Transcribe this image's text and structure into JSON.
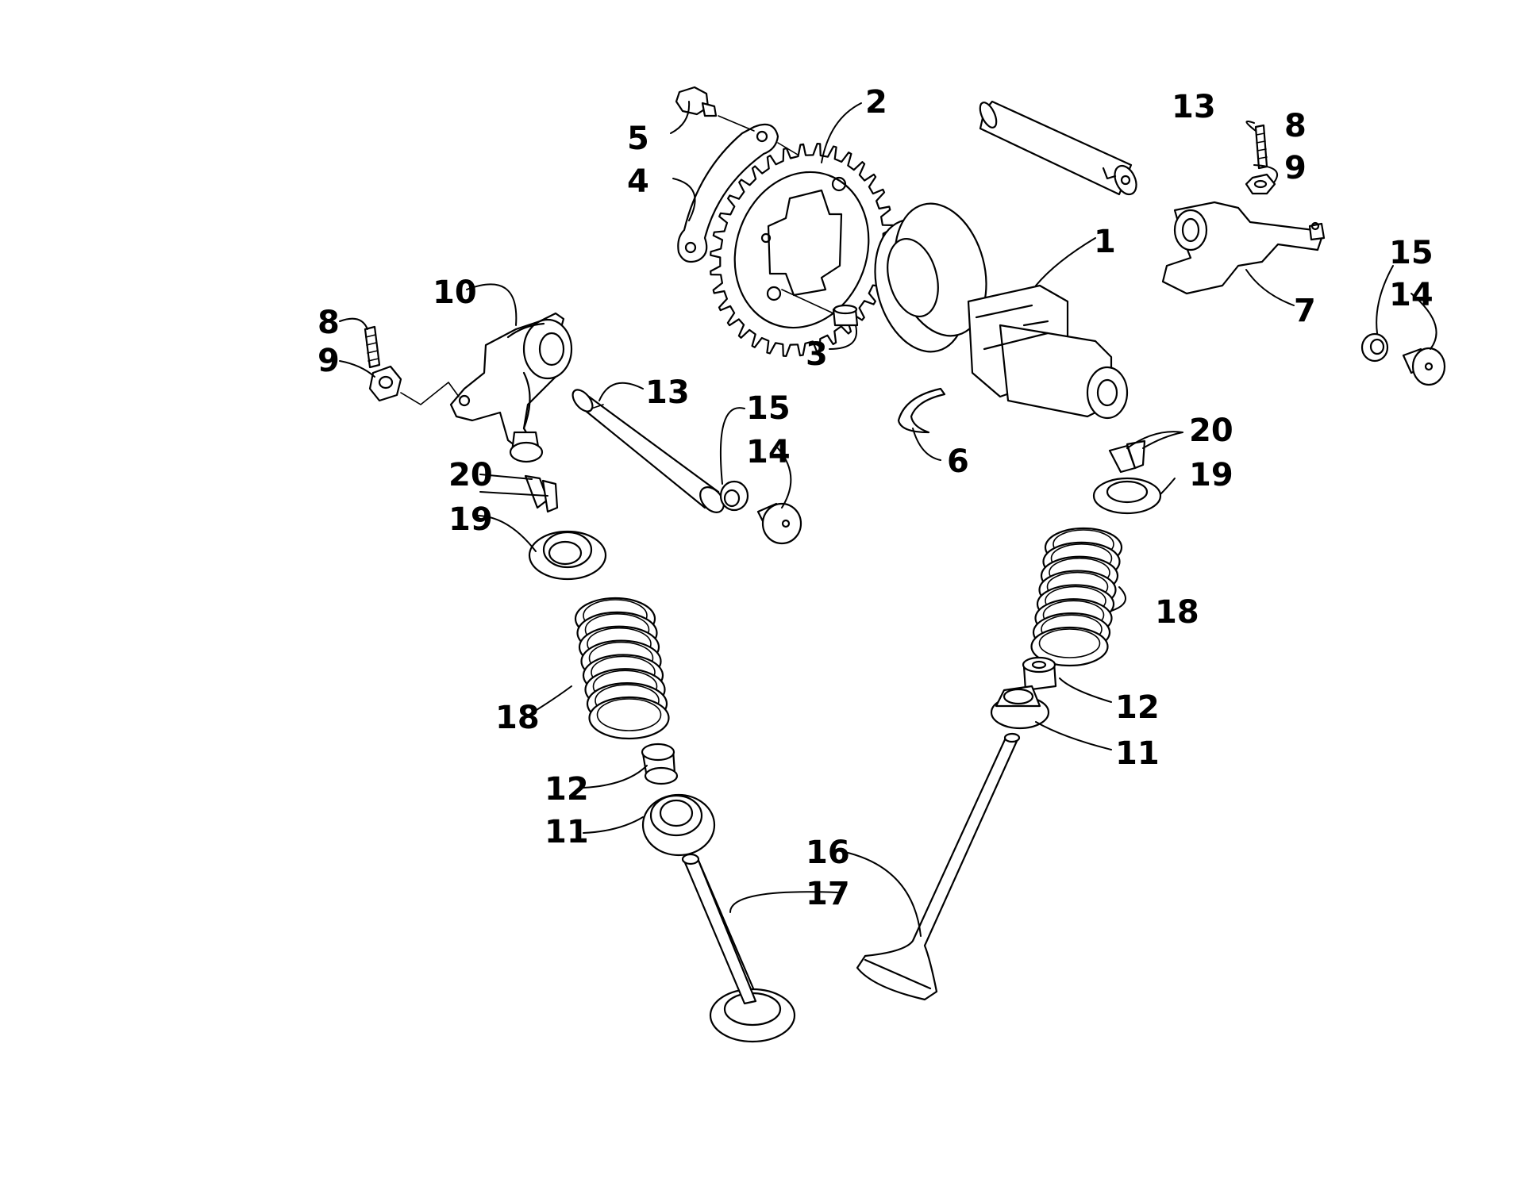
{
  "diagram": {
    "callouts": [
      {
        "id": "c-1",
        "label": "1"
      },
      {
        "id": "c-2",
        "label": "2"
      },
      {
        "id": "c-3",
        "label": "3"
      },
      {
        "id": "c-4",
        "label": "4"
      },
      {
        "id": "c-5",
        "label": "5"
      },
      {
        "id": "c-6",
        "label": "6"
      },
      {
        "id": "c-7",
        "label": "7"
      },
      {
        "id": "c-8a",
        "label": "8"
      },
      {
        "id": "c-8b",
        "label": "8"
      },
      {
        "id": "c-9a",
        "label": "9"
      },
      {
        "id": "c-9b",
        "label": "9"
      },
      {
        "id": "c-10",
        "label": "10"
      },
      {
        "id": "c-11a",
        "label": "11"
      },
      {
        "id": "c-11b",
        "label": "11"
      },
      {
        "id": "c-12a",
        "label": "12"
      },
      {
        "id": "c-12b",
        "label": "12"
      },
      {
        "id": "c-13a",
        "label": "13"
      },
      {
        "id": "c-13b",
        "label": "13"
      },
      {
        "id": "c-14a",
        "label": "14"
      },
      {
        "id": "c-14b",
        "label": "14"
      },
      {
        "id": "c-15a",
        "label": "15"
      },
      {
        "id": "c-15b",
        "label": "15"
      },
      {
        "id": "c-16",
        "label": "16"
      },
      {
        "id": "c-17",
        "label": "17"
      },
      {
        "id": "c-18a",
        "label": "18"
      },
      {
        "id": "c-18b",
        "label": "18"
      },
      {
        "id": "c-19a",
        "label": "19"
      },
      {
        "id": "c-19b",
        "label": "19"
      },
      {
        "id": "c-20a",
        "label": "20"
      },
      {
        "id": "c-20b",
        "label": "20"
      }
    ]
  }
}
